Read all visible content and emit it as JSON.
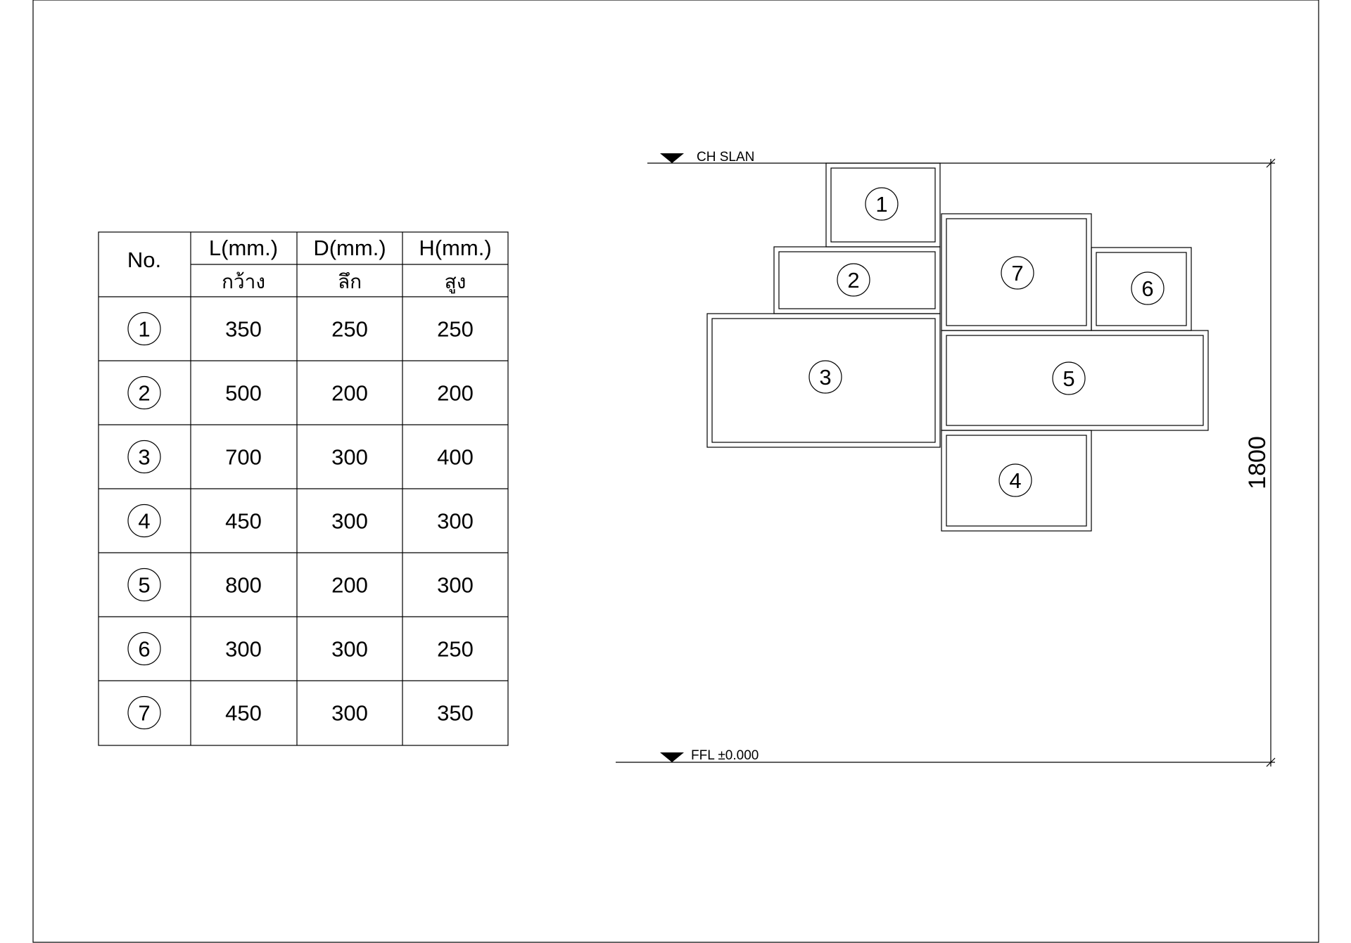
{
  "table": {
    "header": {
      "no": "No.",
      "columns": [
        {
          "dim": "L(mm.)",
          "thai": "กว้าง"
        },
        {
          "dim": "D(mm.)",
          "thai": "ลึก"
        },
        {
          "dim": "H(mm.)",
          "thai": "สูง"
        }
      ]
    },
    "rows": [
      {
        "no": "1",
        "l": "350",
        "d": "250",
        "h": "250"
      },
      {
        "no": "2",
        "l": "500",
        "d": "200",
        "h": "200"
      },
      {
        "no": "3",
        "l": "700",
        "d": "300",
        "h": "400"
      },
      {
        "no": "4",
        "l": "450",
        "d": "300",
        "h": "300"
      },
      {
        "no": "5",
        "l": "800",
        "d": "200",
        "h": "300"
      },
      {
        "no": "6",
        "l": "300",
        "d": "300",
        "h": "250"
      },
      {
        "no": "7",
        "l": "450",
        "d": "300",
        "h": "350"
      }
    ]
  },
  "elevation": {
    "top_level_label": "CH SLAN",
    "bottom_level_label": "FFL ±0.000",
    "dimension_label": "1800",
    "box_labels": [
      "1",
      "2",
      "3",
      "4",
      "5",
      "6",
      "7"
    ]
  }
}
